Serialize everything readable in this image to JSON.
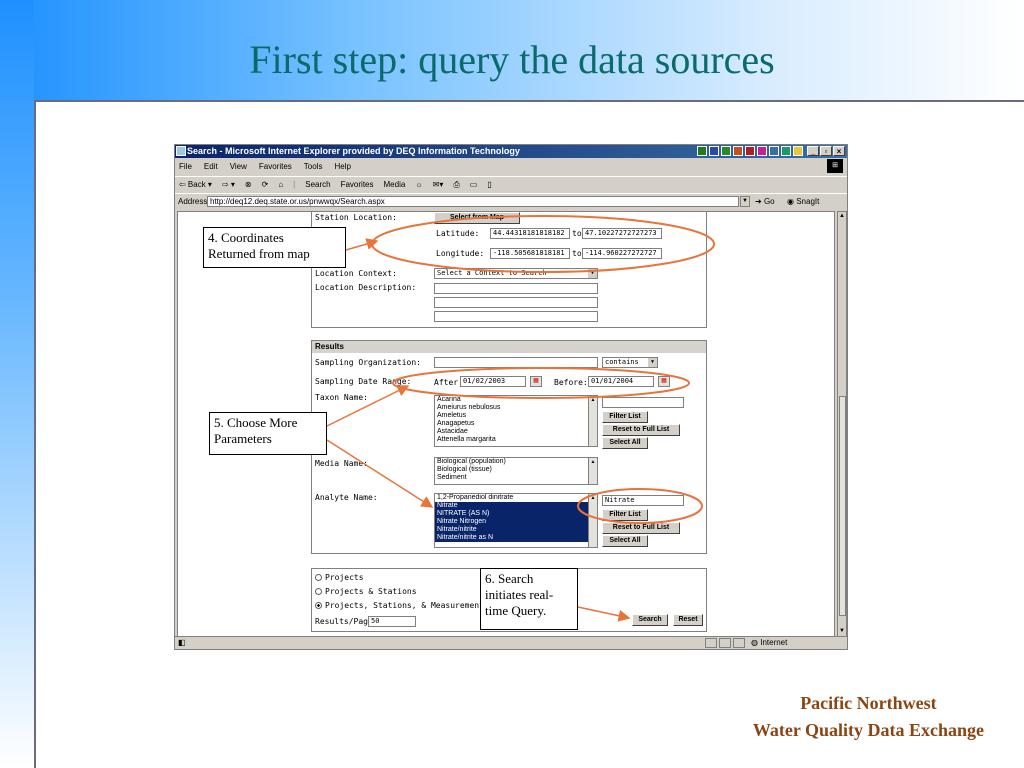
{
  "slide": {
    "title": "First step: query the data sources",
    "footer_line1": "Pacific Northwest",
    "footer_line2": "Water Quality Data Exchange",
    "title_color": "#0b6b6b",
    "footer_color": "#8b4513",
    "accent_color": "#e8743b"
  },
  "browser": {
    "title": "Search - Microsoft Internet Explorer provided by DEQ Information Technology",
    "menu": [
      "File",
      "Edit",
      "View",
      "Favorites",
      "Tools",
      "Help"
    ],
    "toolbar": [
      "⇦ Back ▾",
      "⇨ ▾",
      "⊗",
      "⟳",
      "⌂",
      "Search",
      "Favorites",
      "Media",
      "☼",
      "✉▾",
      "⎙",
      "▭",
      "▯"
    ],
    "address_label": "Address",
    "address": "http://deq12.deq.state.or.us/pnwwqx/Search.aspx",
    "go_label": "Go",
    "snagit_label": "SnagIt",
    "status_zone": "Internet"
  },
  "station": {
    "location_label": "Station Location:",
    "select_map_button": "Select from Map",
    "latitude_label": "Latitude:",
    "latitude_from": "44.44318181818182",
    "latitude_to": "47.10227272727273",
    "longitude_label": "Longitude:",
    "longitude_from": "-118.505681818181",
    "longitude_to": "-114.960227272727",
    "to_label": "to",
    "context_label": "Location Context:",
    "context_value": "Select a Context to Search",
    "description_label": "Location Description:"
  },
  "results": {
    "header": "Results",
    "org_label": "Sampling Organization:",
    "org_match": "contains",
    "date_range_label": "Sampling Date Range:",
    "after_label": "After:",
    "after_value": "01/02/2003",
    "before_label": "Before:",
    "before_value": "01/01/2004",
    "taxon_label": "Taxon Name:",
    "taxon_items": [
      "Acarina",
      "Ameiurus nebulosus",
      "Ameletus",
      "Anagapetus",
      "Astacidae",
      "Attenella margarita"
    ],
    "filter_list": "Filter List",
    "reset_full_list": "Reset to Full List",
    "select_all": "Select All",
    "media_label": "Media Name:",
    "media_items": [
      "Biological (population)",
      "Biological (tissue)",
      "Sediment"
    ],
    "analyte_label": "Analyte Name:",
    "analyte_items": [
      "1,2-Propanediol dinitrate",
      "Nitrate",
      "NITRATE (AS N)",
      "Nitrate Nitrogen",
      "Nitrate/nitrite",
      "Nitrate/nitrite as N"
    ],
    "analyte_filter": "Nitrate"
  },
  "output": {
    "opt_projects": "Projects",
    "opt_projects_stations": "Projects & Stations",
    "opt_psm": "Projects, Stations, & Measurements",
    "results_per_page_label": "Results/Page:",
    "results_per_page": "50",
    "search_button": "Search",
    "reset_button": "Reset"
  },
  "callouts": {
    "c4_line1": "4. Coordinates",
    "c4_line2": "Returned from map",
    "c5_line1": "5. Choose More",
    "c5_line2": "Parameters",
    "c6_line1": "6. Search",
    "c6_line2": "initiates real-",
    "c6_line3": "time Query."
  }
}
